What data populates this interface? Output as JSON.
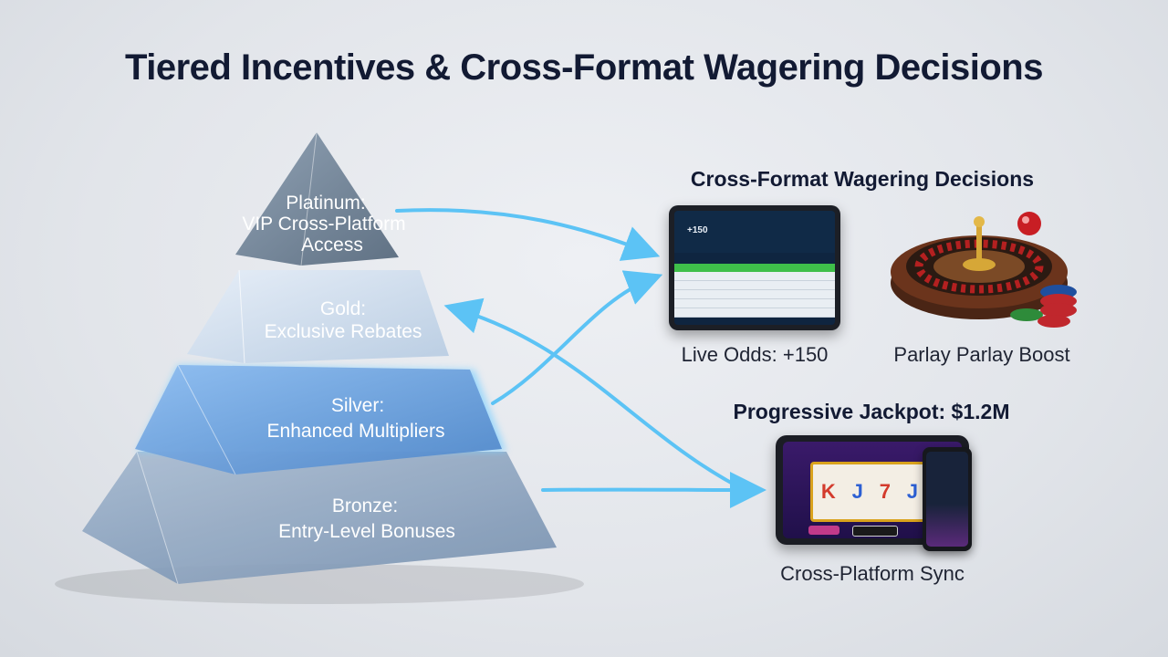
{
  "title": "Tiered Incentives & Cross-Format Wagering Decisions",
  "pyramid": {
    "tiers": [
      {
        "name": "Platinum:",
        "benefit": "VIP Cross-Platform",
        "benefit2": "Access"
      },
      {
        "name": "Gold:",
        "benefit": "Exclusive Rebates"
      },
      {
        "name": "Silver:",
        "benefit": "Enhanced Multipliers"
      },
      {
        "name": "Bronze:",
        "benefit": "Entry-Level Bonuses"
      }
    ]
  },
  "right_panel": {
    "heading": "Cross-Format Wagering Decisions",
    "live_odds_caption": "Live Odds: +150",
    "tablet_odds": "+150",
    "parlay_caption": "Parlay Parlay Boost",
    "jackpot_heading": "Progressive Jackpot: $1.2M",
    "sync_caption": "Cross-Platform Sync",
    "slot_reels": [
      "K",
      "J",
      "7",
      "J"
    ]
  },
  "colors": {
    "arrow": "#5cc3f5",
    "title": "#121a33",
    "platinum": "#6b7e92",
    "gold": "#c9d8ea",
    "silver": "#6ea2dc",
    "bronze": "#7f9ab9"
  }
}
